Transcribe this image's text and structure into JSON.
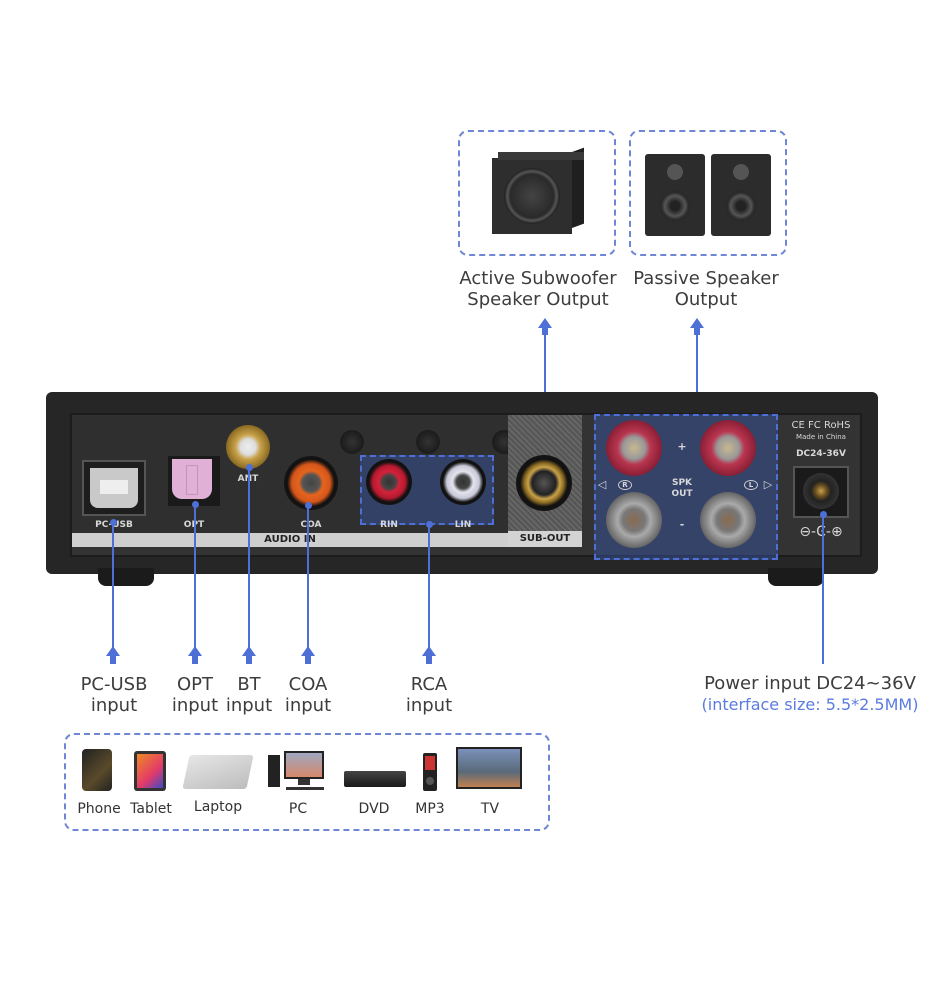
{
  "outputs": [
    {
      "id": "subwoofer",
      "line1": "Active Subwoofer",
      "line2": "Speaker Output",
      "icon": "subwoofer-icon"
    },
    {
      "id": "passive",
      "line1": "Passive Speaker",
      "line2": "Output",
      "icon": "bookshelf-speakers-icon"
    }
  ],
  "unit": {
    "port_labels": {
      "pcusb": "PC-USB",
      "opt": "OPT",
      "ant": "ANT",
      "coa": "COA",
      "rin": "RIN",
      "lin": "LIN",
      "audio_in": "AUDIO IN",
      "sub_out": "SUB-OUT",
      "spk_out_1": "SPK",
      "spk_out_2": "OUT",
      "plus": "+",
      "minus": "-",
      "right": "R",
      "left": "L"
    },
    "cert": "CE FC RoHS",
    "made_in": "Made in China",
    "dc_rating": "DC24-36V",
    "polarity": "⊖-Ͼ-⊕"
  },
  "inputs": [
    {
      "id": "pcusb",
      "line1": "PC-USB",
      "line2": "input"
    },
    {
      "id": "opt",
      "line1": "OPT",
      "line2": "input"
    },
    {
      "id": "bt",
      "line1": "BT",
      "line2": "input"
    },
    {
      "id": "coa",
      "line1": "COA",
      "line2": "input"
    },
    {
      "id": "rca",
      "line1": "RCA",
      "line2": "input"
    }
  ],
  "power": {
    "line1": "Power input DC24~36V",
    "line2": "(interface size: 5.5*2.5MM)",
    "accent": "#5a7be0"
  },
  "devices": [
    {
      "label": "Phone",
      "icon": "phone-icon"
    },
    {
      "label": "Tablet",
      "icon": "tablet-icon"
    },
    {
      "label": "Laptop",
      "icon": "laptop-icon"
    },
    {
      "label": "PC",
      "icon": "desktop-pc-icon"
    },
    {
      "label": "DVD",
      "icon": "dvd-player-icon"
    },
    {
      "label": "MP3",
      "icon": "mp3-player-icon"
    },
    {
      "label": "TV",
      "icon": "tv-icon"
    }
  ],
  "colors": {
    "accent": "#4d6fd6",
    "dash": "#6f86d6",
    "chassis": "#2b2b2b",
    "panel": "#3a3a3a"
  }
}
